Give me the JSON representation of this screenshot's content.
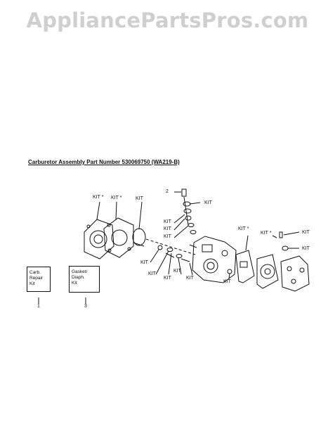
{
  "watermark": "AppliancePartsPros.com",
  "title": "Carburetor Assembly Part Number 530069750 (WA219-B)",
  "kit_label": "KIT",
  "kit_star_label": "KIT *",
  "callout_2": "2",
  "kits": [
    {
      "lines": [
        "Carb.",
        "Repair",
        "Kit"
      ],
      "number": "1"
    },
    {
      "lines": [
        "Gasket/",
        "Diaph.",
        "Kit"
      ],
      "number": "3"
    }
  ]
}
